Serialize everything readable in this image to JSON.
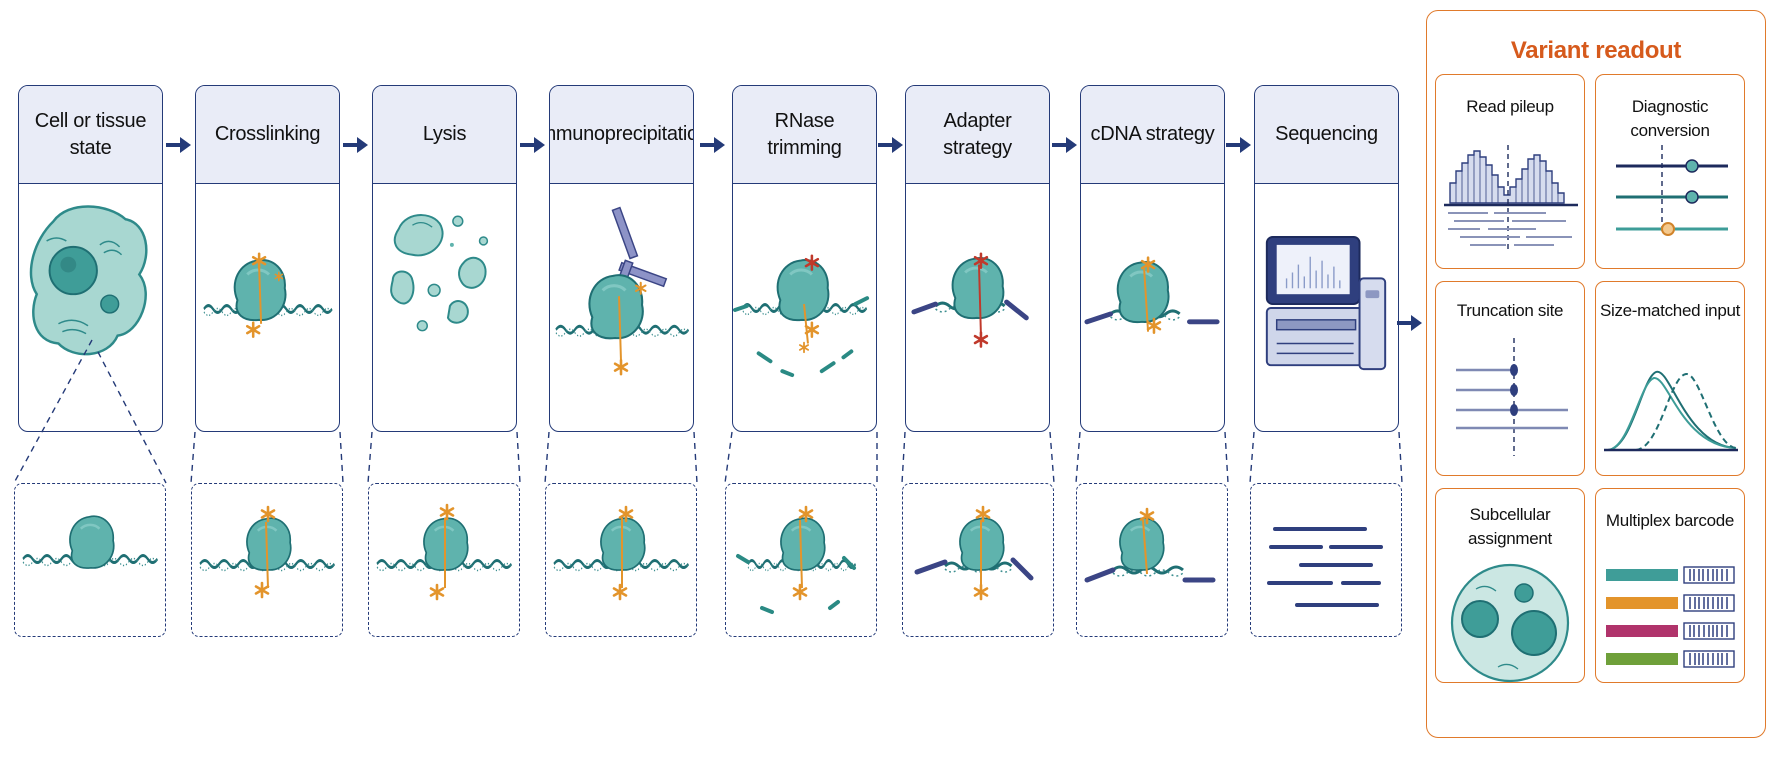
{
  "stages": [
    {
      "title": "Cell or tissue state"
    },
    {
      "title": "Crosslinking"
    },
    {
      "title": "Lysis"
    },
    {
      "title": "Immunoprecipitation"
    },
    {
      "title": "RNase trimming"
    },
    {
      "title": "Adapter strategy"
    },
    {
      "title": "cDNA strategy"
    },
    {
      "title": "Sequencing"
    }
  ],
  "readout": {
    "title": "Variant readout",
    "cards": [
      {
        "title": "Read pileup",
        "icon": "read-pileup-icon"
      },
      {
        "title": "Diagnostic conversion",
        "icon": "diagnostic-conversion-icon"
      },
      {
        "title": "Truncation site",
        "icon": "truncation-site-icon"
      },
      {
        "title": "Size-matched input",
        "icon": "size-matched-input-icon"
      },
      {
        "title": "Subcellular assignment",
        "icon": "subcellular-assignment-icon"
      },
      {
        "title": "Multiplex barcode",
        "icon": "multiplex-barcode-icon"
      }
    ]
  },
  "colors": {
    "navy": "#243a78",
    "teal": "#5fb3ad",
    "orange": "#e3942b",
    "red": "#c0392b",
    "panel": "#e07a2b",
    "magenta": "#b0336b",
    "green": "#6fa03a"
  }
}
